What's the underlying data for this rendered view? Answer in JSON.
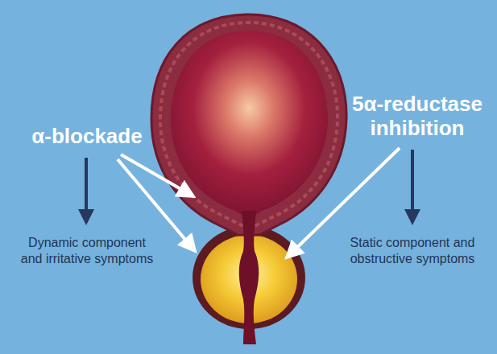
{
  "diagram": {
    "labels": [
      "α-blockade",
      "5α-reductase inhibition",
      "Dynamic component and irritative symptoms",
      "Static component and obstructive symptoms"
    ]
  }
}
